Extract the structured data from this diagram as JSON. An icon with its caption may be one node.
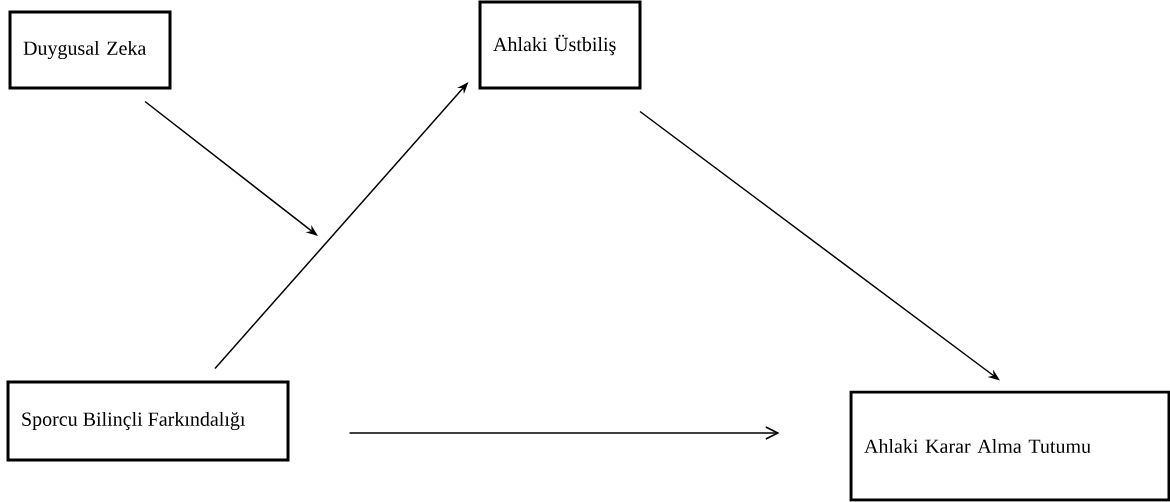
{
  "diagram": {
    "nodes": [
      {
        "text": [
          "Duygusal Zeka"
        ]
      },
      {
        "text": [
          "Ahlaki Üstbiliş"
        ]
      },
      {
        "text": [
          "Sporcu Bilinçli Farkındalığı"
        ]
      },
      {
        "text": [
          "Ahlaki Karar Alma Tutumu"
        ]
      }
    ],
    "edges": [
      {
        "from": 0,
        "to": null,
        "arrow": "to"
      },
      {
        "from": 2,
        "to": 1,
        "arrow": "to"
      },
      {
        "from": 1,
        "to": 3,
        "arrow": "to"
      },
      {
        "from": 2,
        "to": 3,
        "arrow": "to"
      }
    ]
  }
}
